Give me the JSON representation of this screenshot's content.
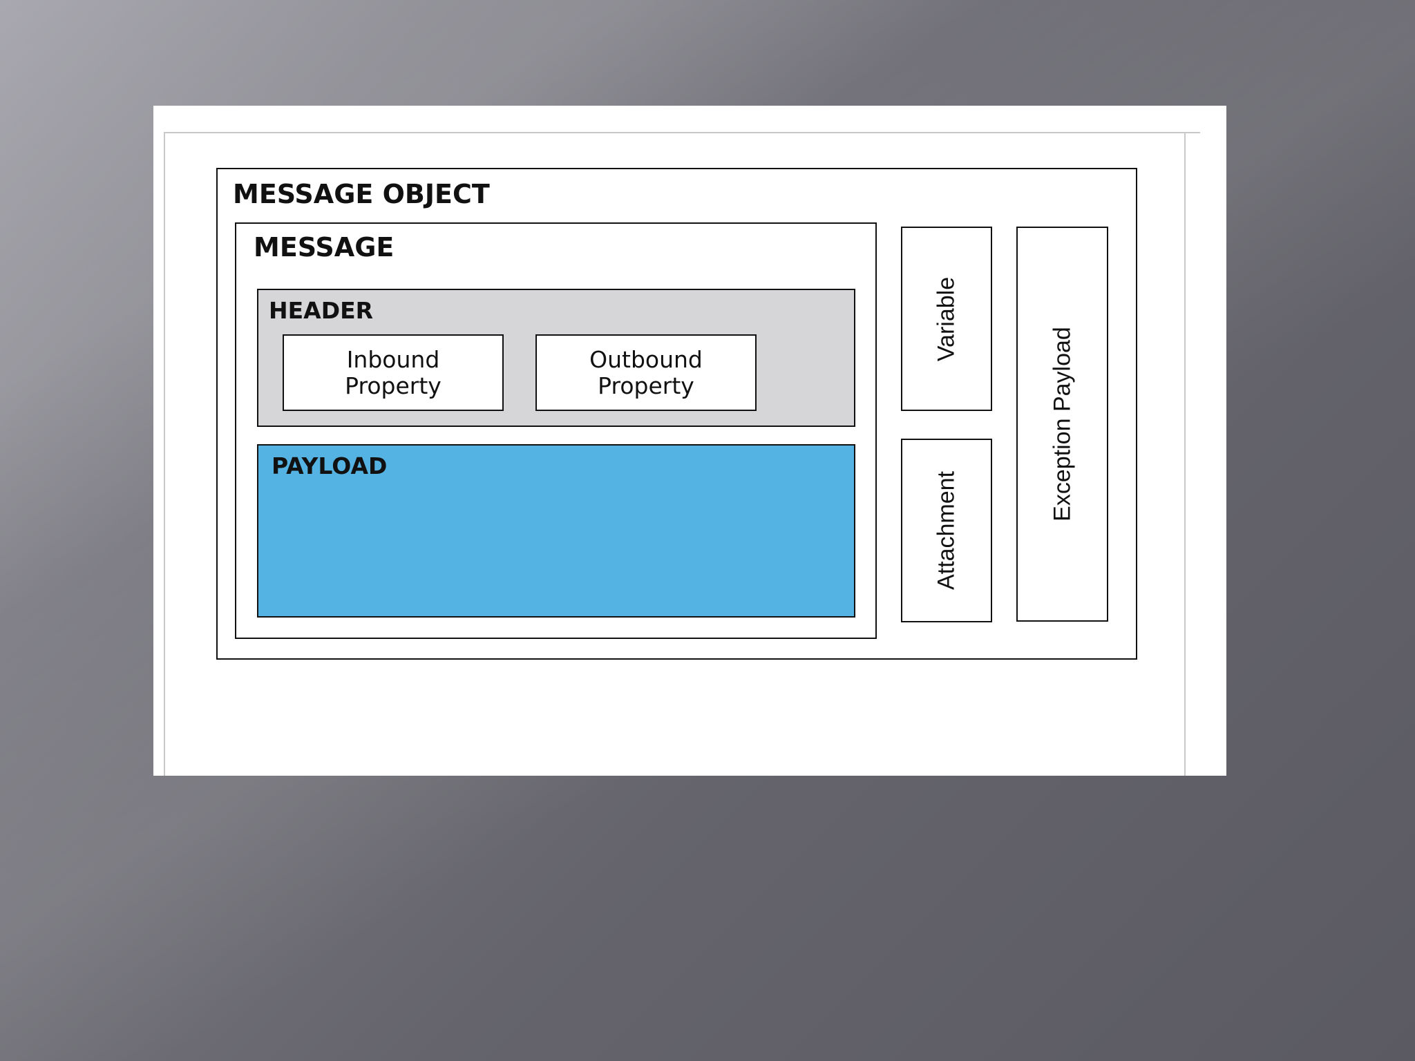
{
  "diagram": {
    "message_object": {
      "title": "MESSAGE OBJECT"
    },
    "message": {
      "title": "MESSAGE"
    },
    "header": {
      "title": "HEADER",
      "inbound_property": {
        "line1": "Inbound",
        "line2": "Property"
      },
      "outbound_property": {
        "line1": "Outbound",
        "line2": "Property"
      }
    },
    "payload": {
      "title": "PAYLOAD"
    },
    "side_boxes": {
      "variable": "Variable",
      "attachment": "Attachment",
      "exception_payload": "Exception Payload"
    }
  },
  "colors": {
    "payload_fill": "#54b3e2",
    "header_fill": "#d6d6d9",
    "border": "#111111",
    "panel": "#ffffff"
  }
}
